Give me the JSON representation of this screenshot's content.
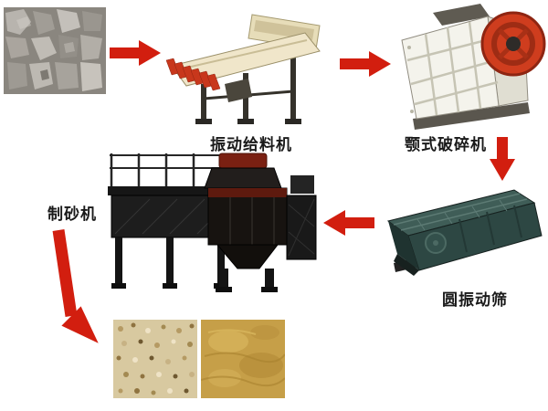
{
  "page": {
    "background": "#ffffff"
  },
  "colors": {
    "arrow": "#d21e0f",
    "label_text": "#1a1a1a",
    "feeder_body": "#f0e6ca",
    "crusher_body": "#f4f3ec",
    "crusher_flywheel": "#cf3d1e",
    "screen_body": "#2d4743",
    "sand_maker_body": "#171310",
    "coarse_sand": "#d8c9a0",
    "fine_sand": "#c69f48"
  },
  "labels": {
    "vibrating_feeder": "振动给料机",
    "jaw_crusher": "颚式破碎机",
    "circular_screen": "圆振动筛",
    "sand_maker": "制砂机"
  },
  "flow": {
    "nodes": [
      "raw-stone",
      "vibrating-feeder",
      "jaw-crusher",
      "circular-vibrating-screen",
      "sand-maker",
      "finished-sand"
    ],
    "edges": [
      [
        "raw-stone",
        "vibrating-feeder"
      ],
      [
        "vibrating-feeder",
        "jaw-crusher"
      ],
      [
        "jaw-crusher",
        "circular-vibrating-screen"
      ],
      [
        "circular-vibrating-screen",
        "sand-maker"
      ],
      [
        "sand-maker",
        "finished-sand"
      ]
    ]
  }
}
